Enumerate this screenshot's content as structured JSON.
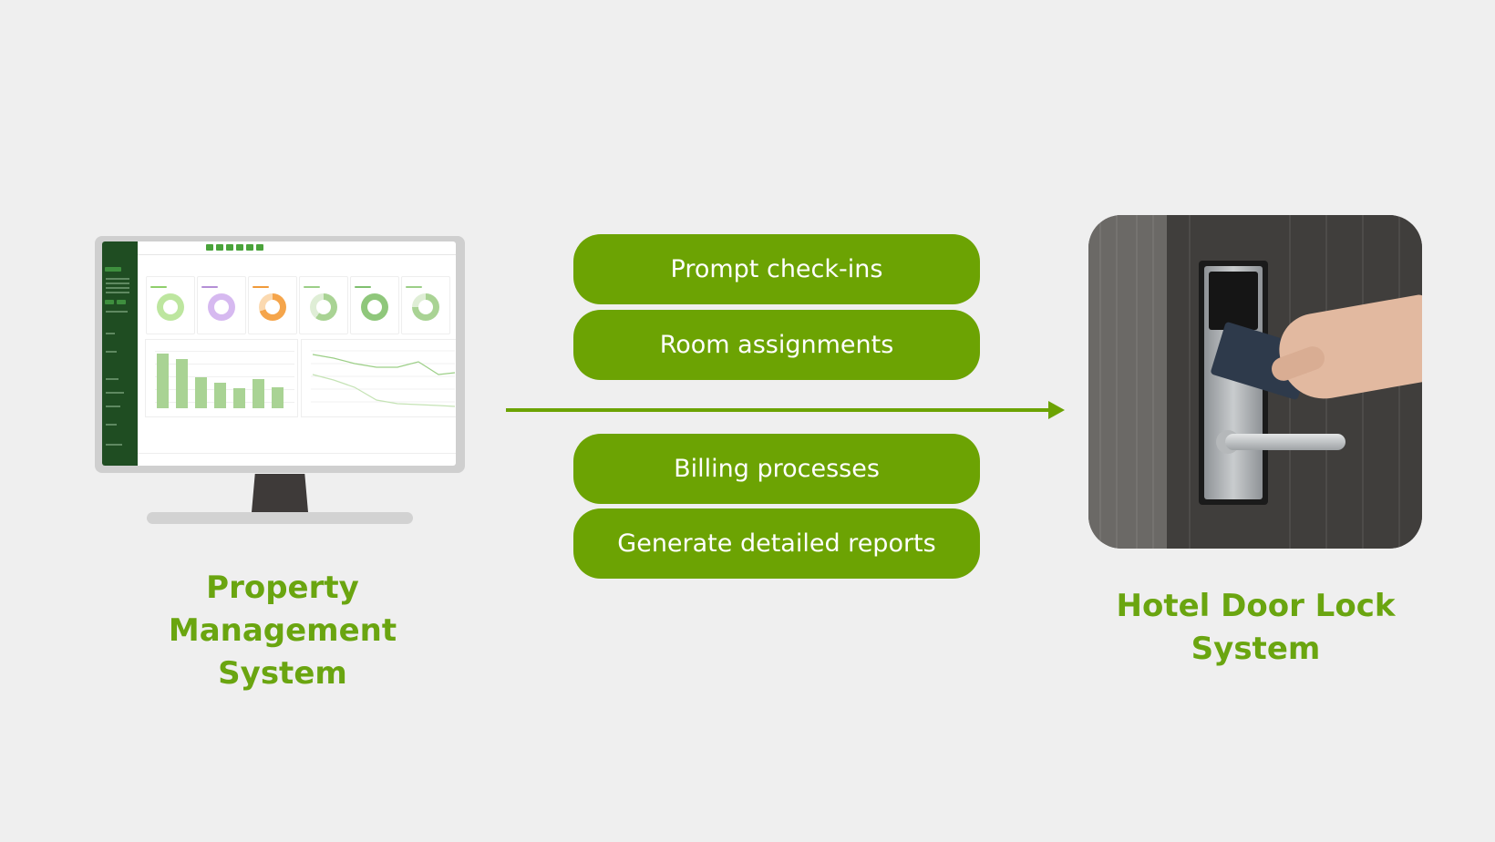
{
  "left": {
    "title_line1": "Property Management",
    "title_line2": "System"
  },
  "right": {
    "title_line1": "Hotel Door Lock",
    "title_line2": "System"
  },
  "features": [
    "Prompt check-ins",
    "Room assignments",
    "Billing processes",
    "Generate detailed reports"
  ],
  "colors": {
    "accent": "#6ca303",
    "background": "#efefef",
    "pms_sidebar": "#1f4d22"
  },
  "icons": {
    "flow_arrow": "arrow-right-icon"
  }
}
